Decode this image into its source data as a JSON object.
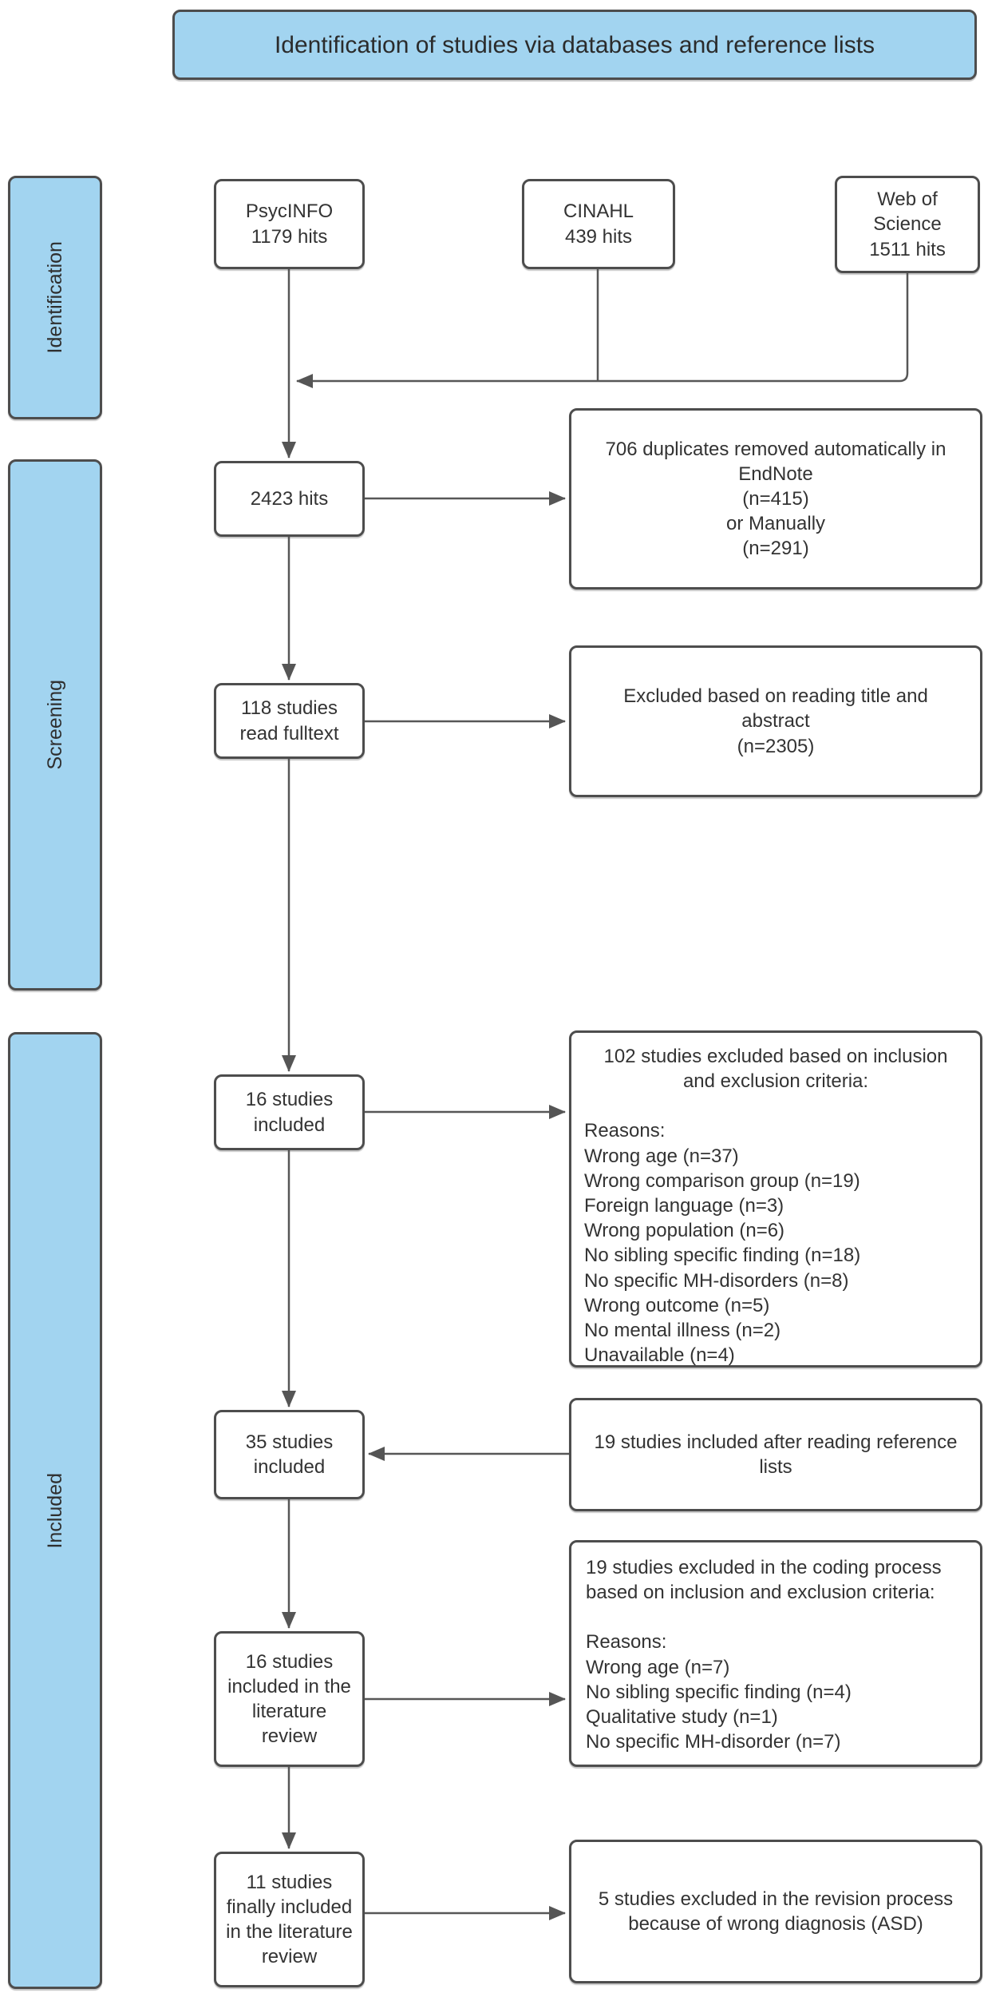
{
  "title": "Identification of studies via databases and reference lists",
  "stages": [
    {
      "label": "Identification"
    },
    {
      "label": "Screening"
    },
    {
      "label": "Included"
    }
  ],
  "boxes": {
    "psycinfo": {
      "text": "PsycINFO\n1179 hits"
    },
    "cinahl": {
      "text": "CINAHL\n439 hits"
    },
    "web_of_science": {
      "text": "Web of\nScience\n1511 hits"
    },
    "hits_2423": {
      "text": "2423 hits"
    },
    "duplicates_removed": {
      "text": "706 duplicates removed automatically in\nEndNote\n(n=415)\nor Manually\n(n=291)"
    },
    "read_fulltext_118": {
      "text": "118 studies\nread fulltext"
    },
    "excluded_title_abstract": {
      "text": "Excluded based on reading title and\nabstract\n(n=2305)"
    },
    "included_16": {
      "text": "16 studies\nincluded"
    },
    "excluded_102": {
      "heading": "102 studies excluded based on inclusion\nand exclusion criteria:",
      "reasons": "Reasons:\nWrong age (n=37)\nWrong comparison group (n=19)\nForeign language (n=3)\nWrong population (n=6)\nNo sibling specific finding (n=18)\nNo specific MH-disorders (n=8)\nWrong outcome (n=5)\nNo mental illness (n=2)\nUnavailable (n=4)"
    },
    "included_35": {
      "text": "35 studies\nincluded"
    },
    "included_after_references": {
      "text": "19 studies included after reading reference\nlists"
    },
    "excluded_coding": {
      "heading": "19 studies excluded in the coding process\nbased on inclusion and exclusion criteria:",
      "reasons": "Reasons:\nWrong age (n=7)\nNo sibling specific finding (n=4)\nQualitative study (n=1)\nNo specific MH-disorder (n=7)"
    },
    "literature_review_16": {
      "text": "16 studies\nincluded in the\nliterature\nreview"
    },
    "final_11": {
      "text": "11 studies\nfinally included\nin the literature\nreview"
    },
    "excluded_revision": {
      "text": "5 studies excluded in the revision process\nbecause of wrong diagnosis (ASD)"
    }
  },
  "colors": {
    "stage_fill": "#a2d4f0",
    "box_border": "#4d4d4d",
    "arrow_line": "#575757",
    "text": "#333333",
    "background": "#ffffff"
  }
}
